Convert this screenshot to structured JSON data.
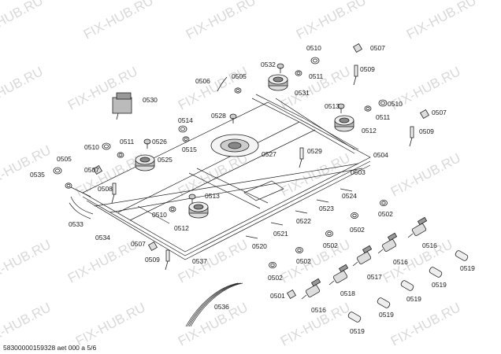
{
  "watermark_text": "FIX-HUB.RU",
  "footer": "58300000159328 aet 000 a 5/6",
  "part_labels": [
    "0501",
    "0502",
    "0503",
    "0504",
    "0505",
    "0506",
    "0507",
    "0508",
    "0509",
    "0510",
    "0511",
    "0512",
    "0513",
    "0514",
    "0515",
    "0516",
    "0517",
    "0518",
    "0519",
    "0520",
    "0521",
    "0522",
    "0523",
    "0524",
    "0525",
    "0526",
    "0527",
    "0528",
    "0529",
    "0530",
    "0531",
    "0532",
    "0533",
    "0534",
    "0535",
    "0536",
    "0537"
  ]
}
